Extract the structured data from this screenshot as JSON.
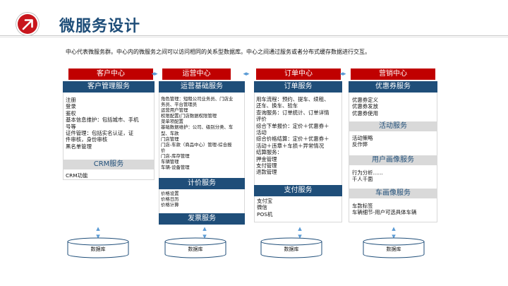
{
  "header": {
    "title": "微服务设计",
    "subtitle": "中心代表微服务群。中心内的微服务之间可以访问相同的关系型数据库。中心之间通过服务或者分布式缓存数据进行交互。"
  },
  "connector": "◂▸",
  "columns": [
    {
      "center": "客户中心",
      "blocks": [
        {
          "title": "客户管理服务",
          "items": [
            "注册",
            "登录",
            "鉴权",
            "基本信息维护：包括城市、手机",
            "号等",
            "证件管理：包括实名认证，证",
            "件审核，身份审核",
            "黑名单管理"
          ]
        },
        {
          "title": "CRM服务",
          "items": [
            "CRM功能"
          ]
        }
      ],
      "db": "数据库"
    },
    {
      "center": "运营中心",
      "blocks": [
        {
          "title": "运营基础服务",
          "items": [
            "角色管理：短租公司业务员、门店业",
            "务员、平台管理员",
            "运营用户管理",
            "权限配置(门店数据权限管理",
            "菜单项配置",
            "基础数据维护：公司、级别分类、车",
            "型、车款",
            "门店管理",
            "门店-车款（商品中心）管理-综合报",
            "价",
            "门店-库存管理",
            "车辆管理",
            "车辆-设备管理"
          ]
        },
        {
          "title": "计价服务",
          "items": [
            "价格设置",
            "价格日历",
            "价格计算"
          ]
        },
        {
          "title": "发票服务",
          "items": []
        }
      ],
      "db": "数据库"
    },
    {
      "center": "订单中心",
      "blocks": [
        {
          "title": "订单服务",
          "items": [
            "用车流程：预约、提车、续租、",
            "还车、换车、验车",
            "查询服务：订单统计、订单详情",
            "评价",
            "综合下单报价：定价＋优惠券＋",
            "活动",
            "综合价格结算：定价＋优惠券＋",
            "活动＋违章＋车损＋异常情况",
            "结算服务：",
            "押金管理",
            "支付管理",
            "退款管理"
          ]
        },
        {
          "title": "支付服务",
          "items": [
            "支付宝",
            "微信",
            "POS机"
          ]
        }
      ],
      "db": "数据库"
    },
    {
      "center": "营销中心",
      "blocks": [
        {
          "title": "优惠券服务",
          "items": [
            "优惠券定义",
            "优惠券发放",
            "优惠券使用"
          ]
        },
        {
          "title": "活动服务",
          "items": [
            "活动策略",
            "反作弊"
          ]
        },
        {
          "title": "用户画像服务",
          "items": [
            "行为分析......",
            "千人千面"
          ]
        },
        {
          "title": "车画像服务",
          "items": [
            "车款标签",
            "车辆细节-用户可选具体车辆"
          ]
        }
      ],
      "db": "数据库"
    }
  ]
}
